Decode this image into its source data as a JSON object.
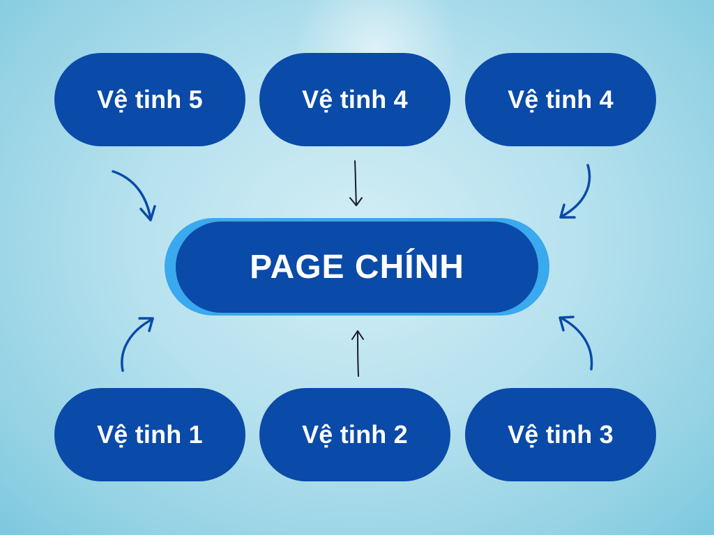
{
  "main": {
    "label": "PAGE CHÍNH"
  },
  "satellites_top": [
    {
      "label": "Vệ tinh 5"
    },
    {
      "label": "Vệ tinh 4"
    },
    {
      "label": "Vệ tinh 4"
    }
  ],
  "satellites_bottom": [
    {
      "label": "Vệ tinh 1"
    },
    {
      "label": "Vệ tinh 2"
    },
    {
      "label": "Vệ tinh 3"
    }
  ],
  "colors": {
    "node": "#0a4aa8",
    "main_border": "#3aa9ee",
    "text": "#ffffff",
    "arrow_blue": "#0a4aa8",
    "arrow_dark": "#1a1a2a"
  }
}
